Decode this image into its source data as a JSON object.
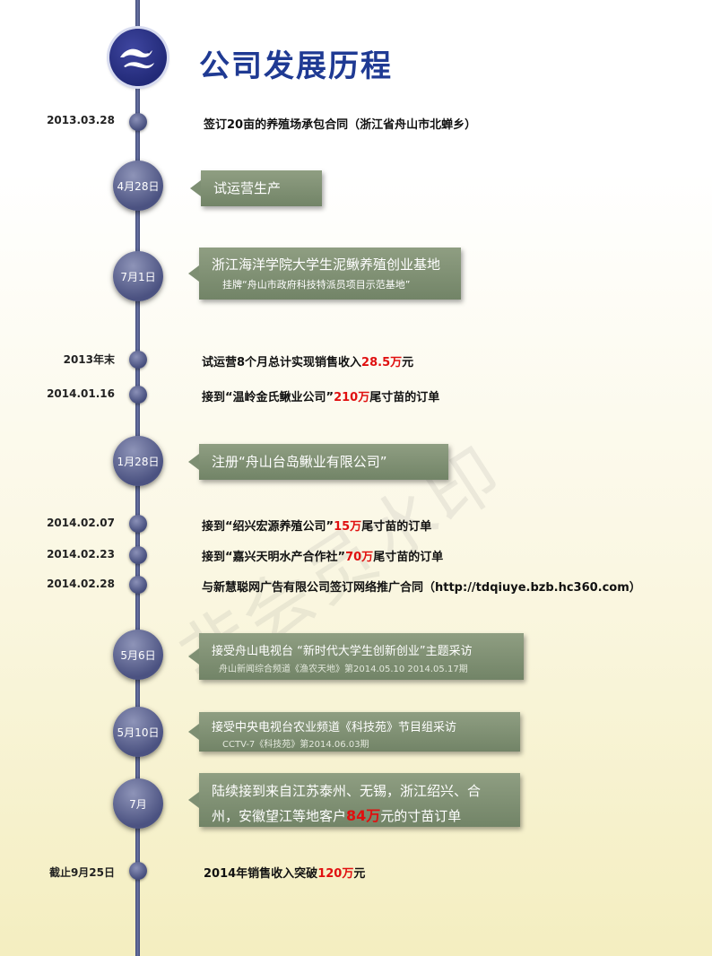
{
  "header": {
    "title": "公司发展历程",
    "logo_icon": "fish-logo-icon"
  },
  "watermark": "非会员水印",
  "items": [
    {
      "date": "2013.03.28",
      "text": "签订20亩的养殖场承包合同（浙江省舟山市北蝉乡）"
    },
    {
      "date": "4月28日",
      "box": "试运营生产"
    },
    {
      "date": "7月1日",
      "box": "浙江海洋学院大学生泥鳅养殖创业基地",
      "sub": "挂牌“舟山市政府科技特派员项目示范基地”"
    },
    {
      "date": "2013年末",
      "pre": "试运营8个月总计实现销售收入",
      "hl": "28.5万",
      "post": "元"
    },
    {
      "date": "2014.01.16",
      "pre": "接到“温岭金氏鳅业公司”",
      "hl": "210万",
      "post": "尾寸苗的订单"
    },
    {
      "date": "1月28日",
      "box": "注册“舟山台岛鳅业有限公司”"
    },
    {
      "date": "2014.02.07",
      "pre": "接到“绍兴宏源养殖公司”",
      "hl": "15万",
      "post": "尾寸苗的订单"
    },
    {
      "date": "2014.02.23",
      "pre": "接到“嘉兴天明水产合作社”",
      "hl": "70万",
      "post": "尾寸苗的订单"
    },
    {
      "date": "2014.02.28",
      "text": "与新慧聪网广告有限公司签订网络推广合同（http://tdqiuye.bzb.hc360.com）"
    },
    {
      "date": "5月6日",
      "box": "接受舟山电视台 “新时代大学生创新创业”主题采访",
      "sub": "舟山新闻综合频道《渔农天地》第2014.05.10 2014.05.17期"
    },
    {
      "date": "5月10日",
      "box": "接受中央电视台农业频道《科技苑》节目组采访",
      "sub": "CCTV-7《科技苑》第2014.06.03期"
    },
    {
      "date": "7月",
      "box1": "陆续接到来自江苏泰州、无锡，浙江绍兴、合",
      "box2_pre": "州，安徽望江等地客户",
      "box2_hl": "84万",
      "box2_post": "元的寸苗订单"
    },
    {
      "date": "截止9月25日",
      "pre": "2014年销售收入突破",
      "hl": "120万",
      "post": "元"
    }
  ]
}
